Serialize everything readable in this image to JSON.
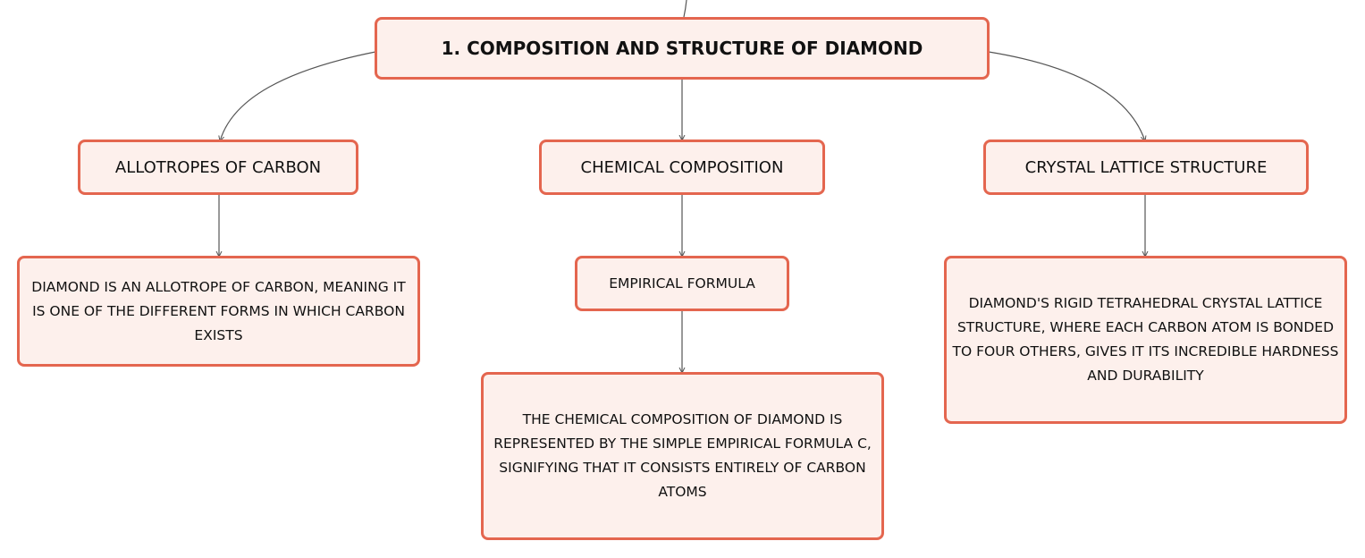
{
  "diagram": {
    "colors": {
      "node_fill": "#fdf0ec",
      "node_border": "#e4664f",
      "edge": "#555555"
    },
    "root": {
      "label": "1. COMPOSITION AND STRUCTURE OF DIAMOND"
    },
    "branches": {
      "allotropes": {
        "label": "ALLOTROPES OF CARBON",
        "detail": "DIAMOND IS AN ALLOTROPE OF CARBON, MEANING IT IS ONE OF THE DIFFERENT FORMS IN WHICH CARBON EXISTS"
      },
      "chemical": {
        "label": "CHEMICAL COMPOSITION",
        "sub_label": "EMPIRICAL FORMULA",
        "detail": "THE CHEMICAL COMPOSITION OF DIAMOND IS REPRESENTED BY THE SIMPLE EMPIRICAL FORMULA C, SIGNIFYING THAT IT CONSISTS ENTIRELY OF CARBON ATOMS"
      },
      "lattice": {
        "label": "CRYSTAL LATTICE STRUCTURE",
        "detail": "DIAMOND'S RIGID TETRAHEDRAL CRYSTAL LATTICE STRUCTURE, WHERE EACH CARBON ATOM IS BONDED TO FOUR OTHERS, GIVES IT ITS INCREDIBLE HARDNESS AND DURABILITY"
      }
    }
  }
}
